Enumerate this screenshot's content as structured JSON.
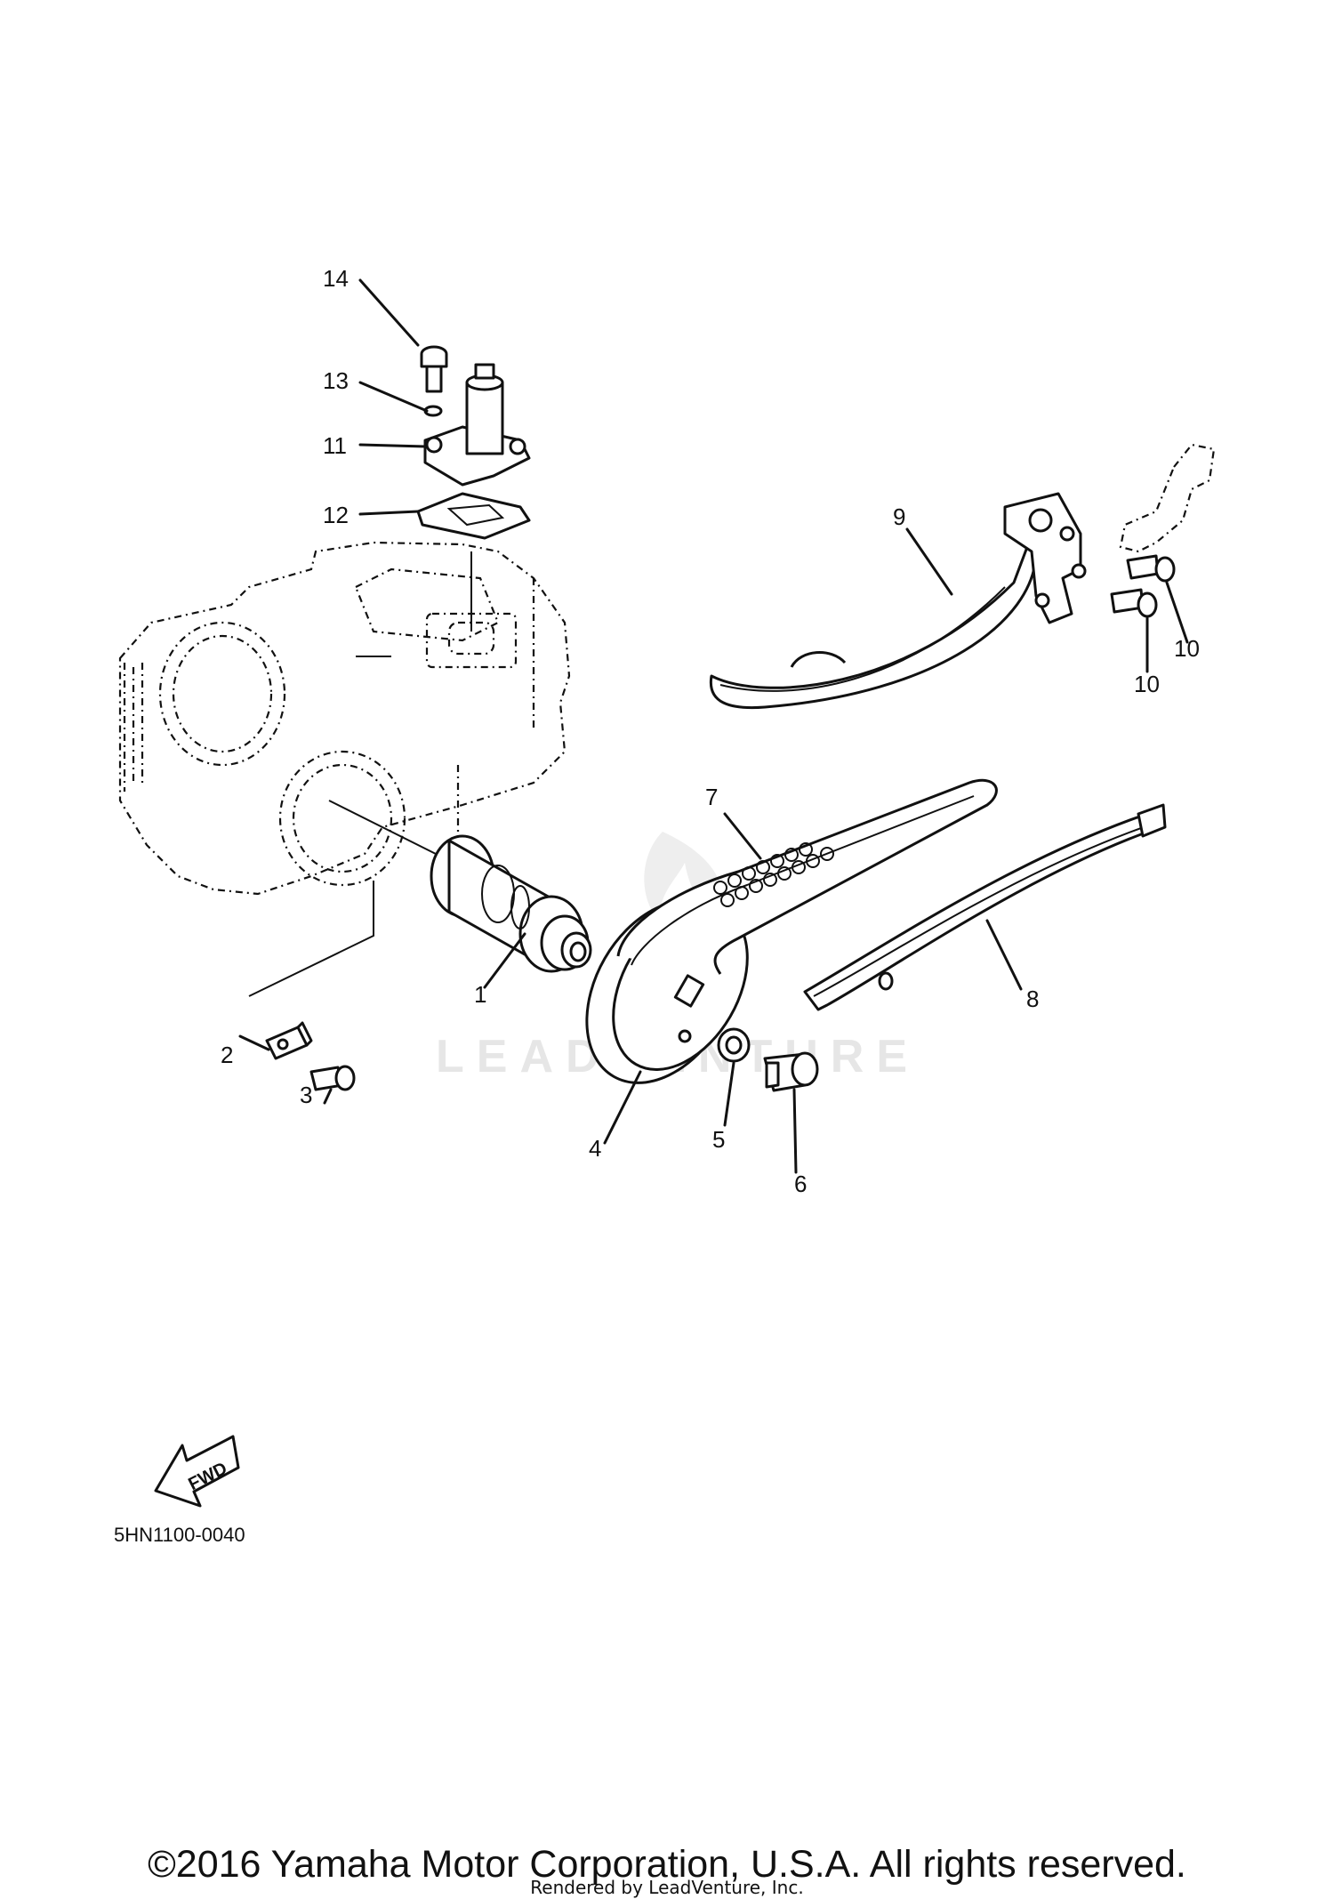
{
  "diagram": {
    "callouts": [
      "1",
      "2",
      "3",
      "4",
      "5",
      "6",
      "7",
      "8",
      "9",
      "10",
      "10",
      "11",
      "12",
      "13",
      "14"
    ],
    "watermark": "LEADVENTURE",
    "direction_label": "FWD",
    "part_code": "5HN1100-0040"
  },
  "footer": {
    "copyright": "©2016 Yamaha Motor Corporation, U.S.A. All rights reserved.",
    "rendered_by": "Rendered by LeadVenture, Inc."
  }
}
